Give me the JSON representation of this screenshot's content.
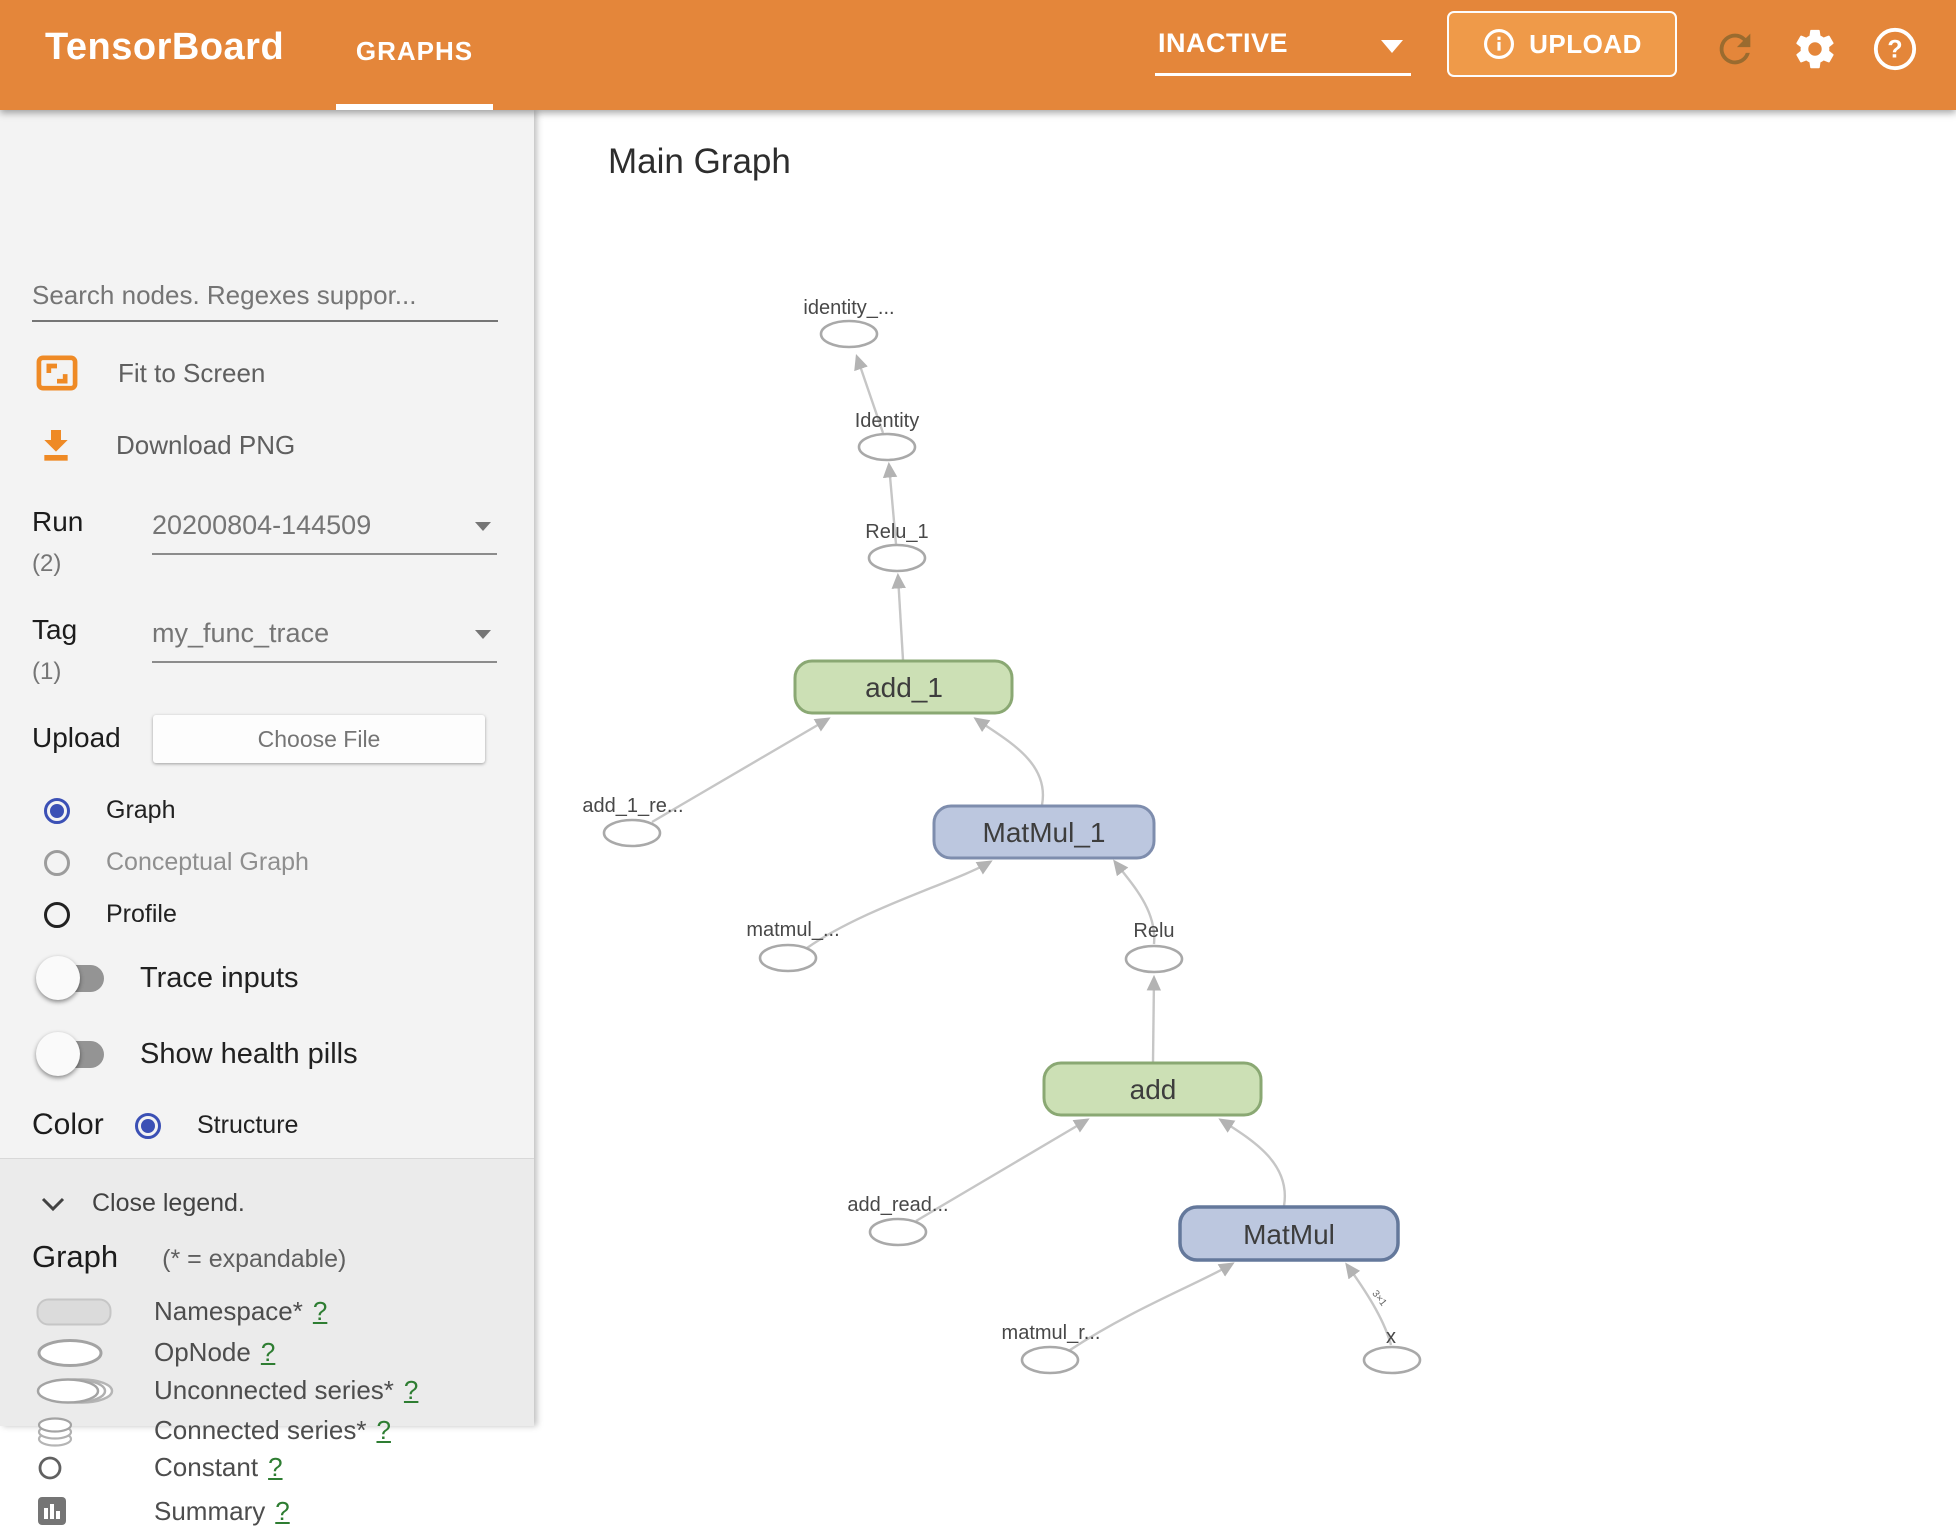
{
  "header": {
    "logo": "TensorBoard",
    "tab": "GRAPHS",
    "run_status": "INACTIVE",
    "upload_label": "UPLOAD"
  },
  "sidebar": {
    "search_placeholder": "Search nodes. Regexes suppor...",
    "fit_to_screen": "Fit to Screen",
    "download_png": "Download PNG",
    "run_label": "Run",
    "run_count": "(2)",
    "run_value": "20200804-144509",
    "tag_label": "Tag",
    "tag_count": "(1)",
    "tag_value": "my_func_trace",
    "upload_label": "Upload",
    "choose_file": "Choose File",
    "radio_graph": "Graph",
    "radio_conceptual": "Conceptual Graph",
    "radio_profile": "Profile",
    "toggle_trace_inputs": "Trace inputs",
    "toggle_health_pills": "Show health pills",
    "color_label": "Color",
    "color_option": "Structure"
  },
  "legend": {
    "close_label": "Close legend.",
    "title": "Graph",
    "expandable_note": "(* = expandable)",
    "help_symbol": "?",
    "items": [
      {
        "label": "Namespace*"
      },
      {
        "label": "OpNode"
      },
      {
        "label": "Unconnected series*"
      },
      {
        "label": "Connected series*"
      },
      {
        "label": "Constant"
      },
      {
        "label": "Summary"
      }
    ]
  },
  "main": {
    "title": "Main Graph"
  },
  "graph": {
    "edge_shape_label": "3×1",
    "labels": {
      "identity_out": "identity_...",
      "identity": "Identity",
      "relu_1": "Relu_1",
      "add_1": "add_1",
      "add_1_re": "add_1_re...",
      "matmul_1": "MatMul_1",
      "matmul_dots": "matmul_...",
      "relu": "Relu",
      "add": "add",
      "add_read": "add_read...",
      "matmul": "MatMul",
      "matmul_r": "matmul_r...",
      "x": "x"
    },
    "colors": {
      "op_green_fill": "#cce0b5",
      "op_green_border": "#8aa873",
      "op_blue_fill": "#bcc7df",
      "op_blue_border": "#7e8dad",
      "edge": "#c6c6c6",
      "ellipse_border": "#a9a9a9"
    }
  }
}
